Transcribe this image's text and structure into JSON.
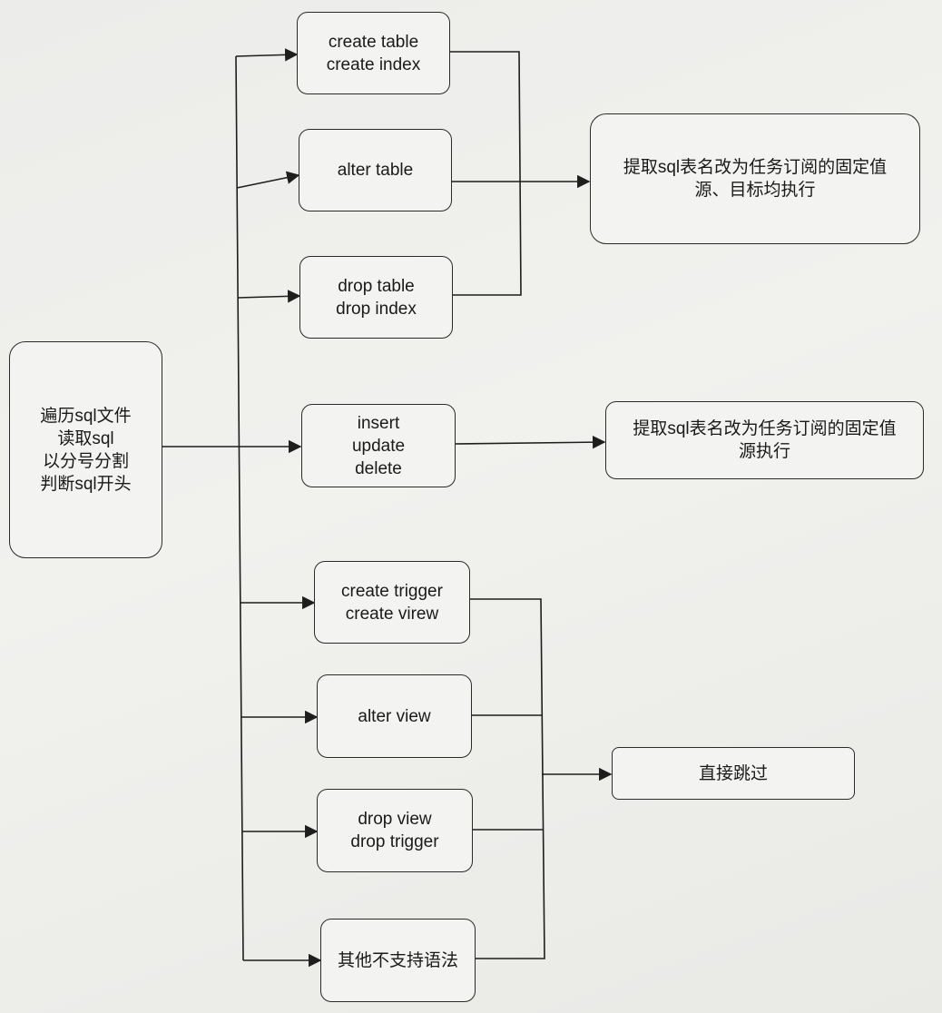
{
  "nodes": {
    "start": {
      "lines": [
        "遍历sql文件",
        "读取sql",
        "以分号分割",
        "判断sql开头"
      ]
    },
    "create_table": {
      "lines": [
        "create  table",
        "create index"
      ]
    },
    "alter_table": {
      "lines": [
        "alter table"
      ]
    },
    "drop_table": {
      "lines": [
        "drop table",
        "drop index"
      ]
    },
    "dml": {
      "lines": [
        "insert",
        "update",
        "delete"
      ]
    },
    "create_trigger": {
      "lines": [
        "create  trigger",
        "create virew"
      ]
    },
    "alter_view": {
      "lines": [
        "alter view"
      ]
    },
    "drop_view": {
      "lines": [
        "drop view",
        "drop trigger"
      ]
    },
    "unsupported": {
      "lines": [
        "其他不支持语法"
      ]
    },
    "result_ddl": {
      "lines": [
        "提取sql表名改为任务订阅的固定值",
        "源、目标均执行"
      ]
    },
    "result_dml": {
      "lines": [
        "提取sql表名改为任务订阅的固定值",
        "源执行"
      ]
    },
    "result_skip": {
      "lines": [
        "直接跳过"
      ]
    }
  }
}
